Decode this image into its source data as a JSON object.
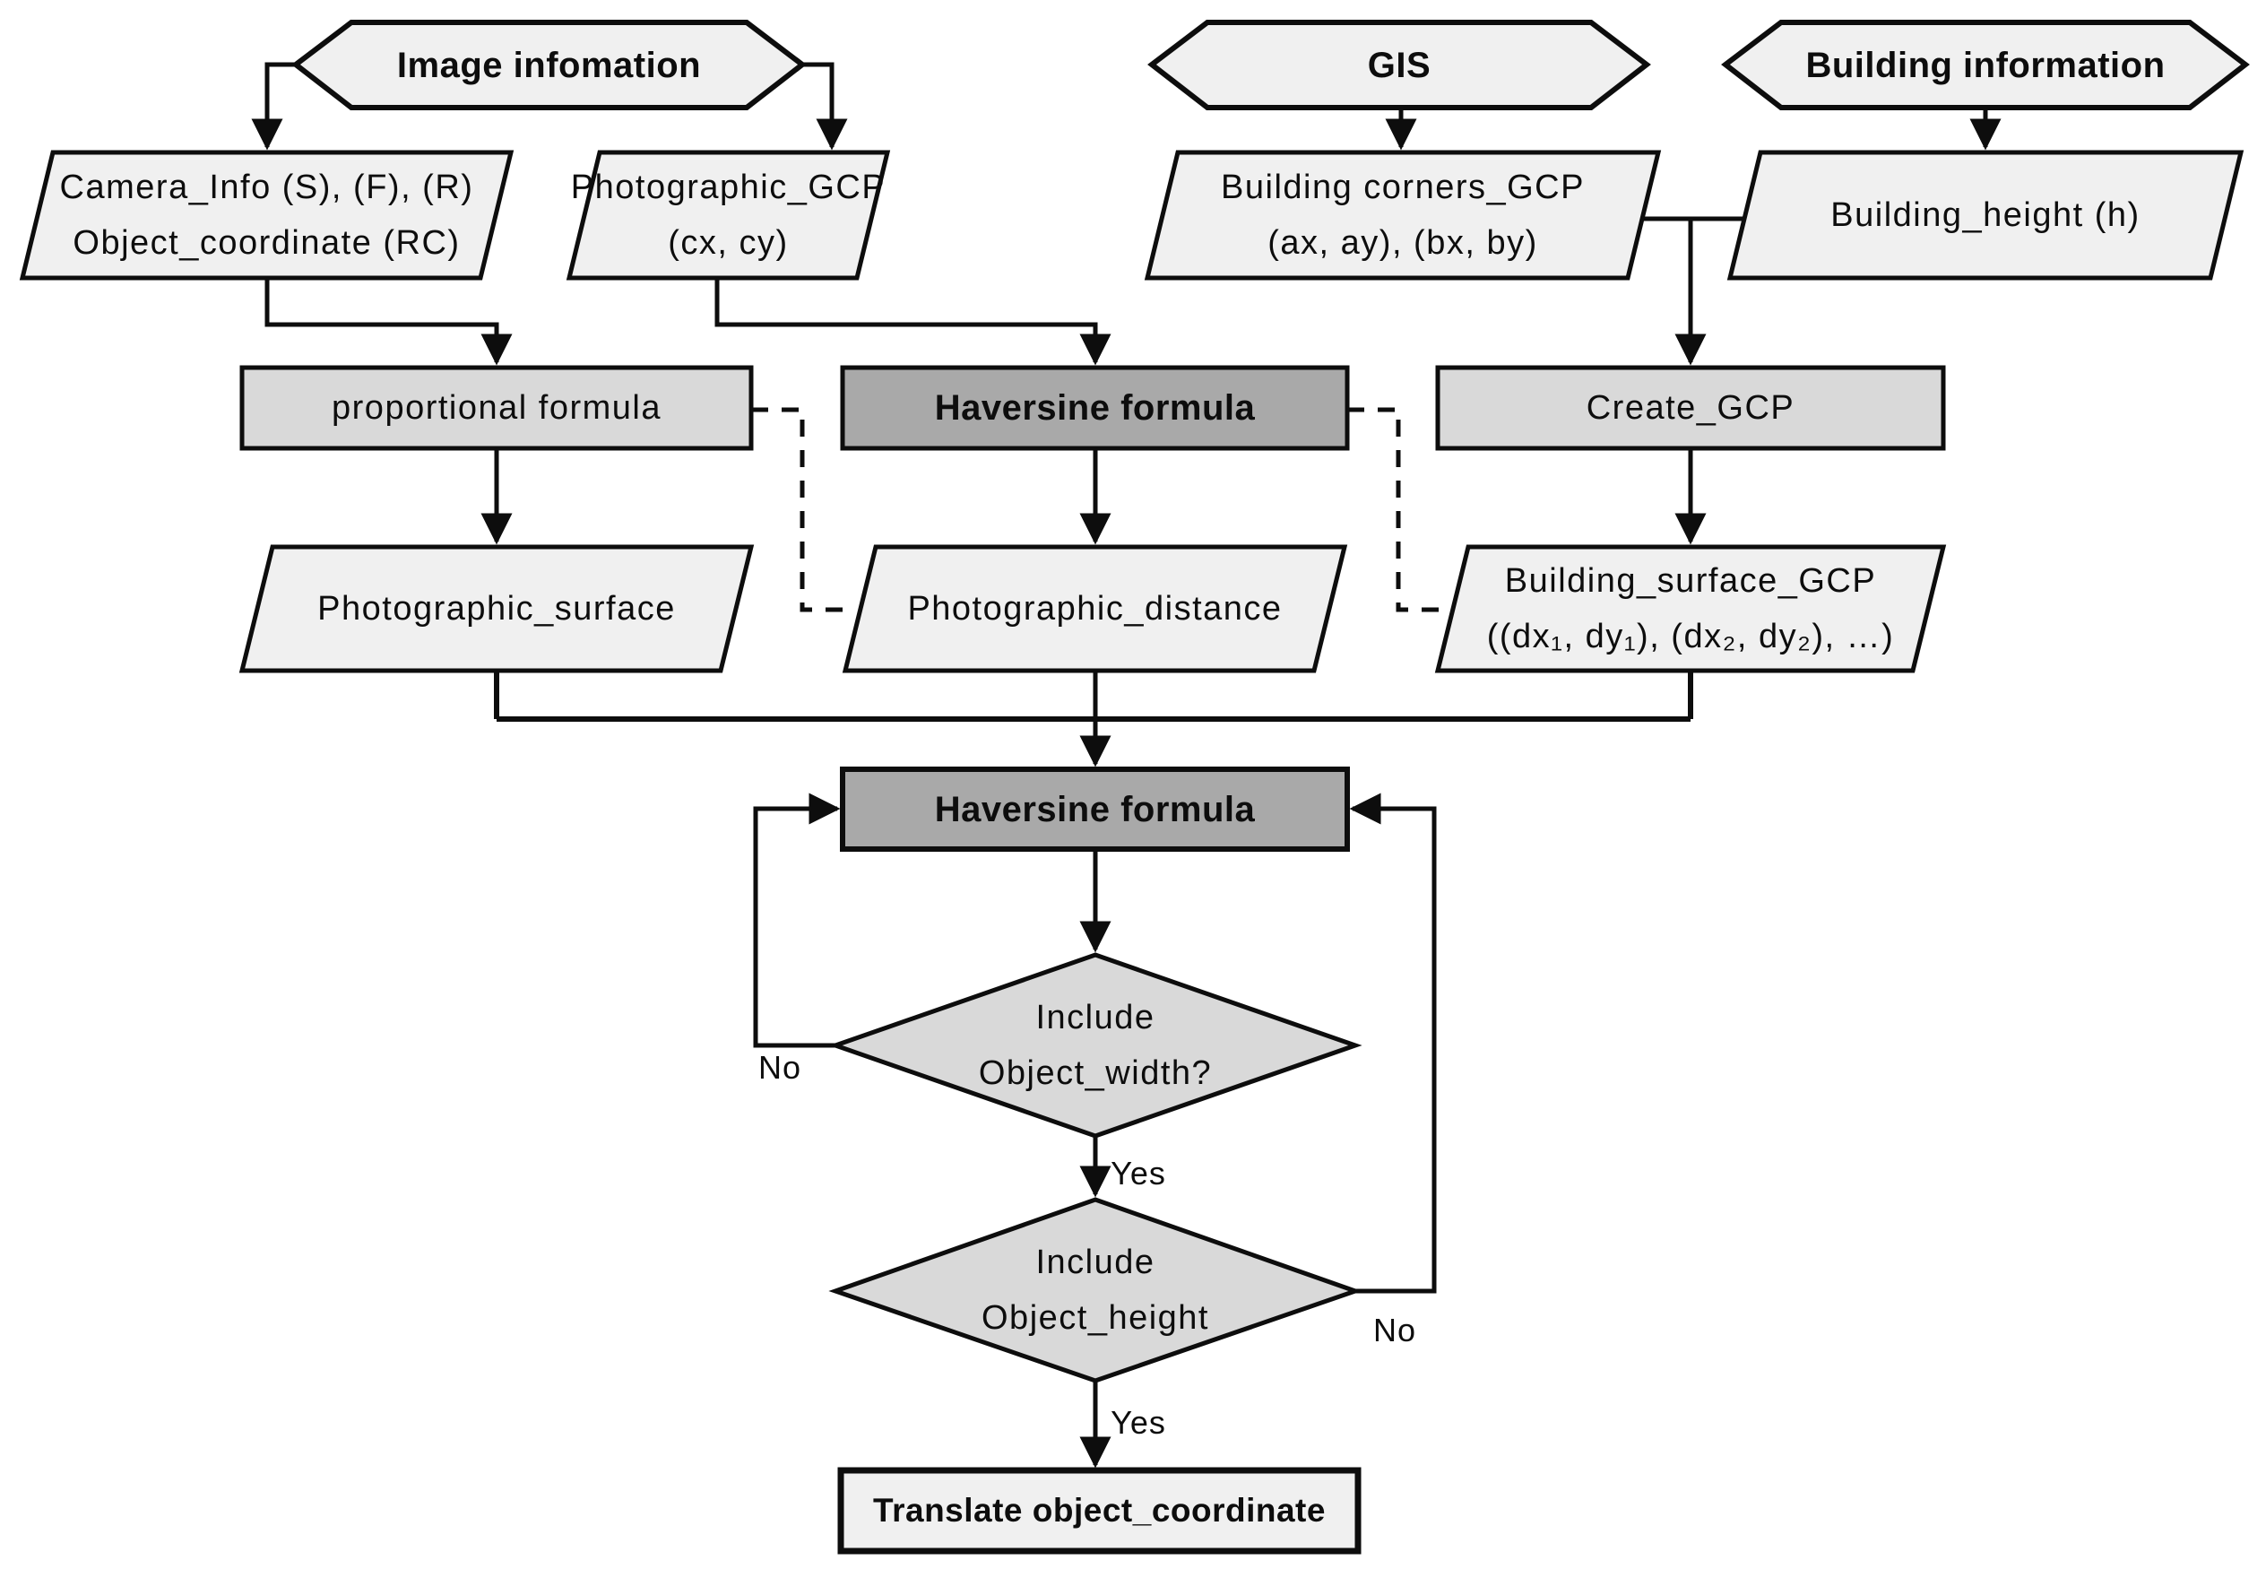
{
  "title": "Object coordinate translation flowchart",
  "colors": {
    "light_fill": "#f0f0f0",
    "medium_fill": "#d9d9d9",
    "dark_fill": "#a9a9a9",
    "line": "#0d0d0d",
    "background": "#ffffff"
  },
  "hexagons": {
    "image_info": {
      "label": "Image infomation"
    },
    "gis": {
      "label": "GIS"
    },
    "building_info": {
      "label": "Building information"
    }
  },
  "inputs": {
    "camera_info": {
      "line1": "Camera_Info (S), (F), (R)",
      "line2": "Object_coordinate (RC)"
    },
    "photographic_gcp": {
      "line1": "Photographic_GCP",
      "line2": "(cx, cy)"
    },
    "building_corners": {
      "line1": "Building corners_GCP",
      "line2": "(ax, ay), (bx, by)"
    },
    "building_height": {
      "line1": "Building_height (h)"
    },
    "photographic_surface": {
      "line1": "Photographic_surface"
    },
    "photographic_distance": {
      "line1": "Photographic_distance"
    },
    "building_surface": {
      "line1": "Building_surface_GCP",
      "line2": "((dx₁, dy₁), (dx₂, dy₂), …)"
    }
  },
  "processes": {
    "proportional": {
      "label": "proportional formula"
    },
    "haversine_top": {
      "label": "Haversine formula"
    },
    "create_gcp": {
      "label": "Create_GCP"
    },
    "haversine_main": {
      "label": "Haversine formula"
    },
    "translate": {
      "label": "Translate object_coordinate"
    }
  },
  "decisions": {
    "object_width": {
      "line1": "Include",
      "line2": "Object_width?"
    },
    "object_height": {
      "line1": "Include",
      "line2": "Object_height"
    }
  },
  "edge_labels": {
    "no_width": "No",
    "yes_width": "Yes",
    "no_height": "No",
    "yes_height": "Yes"
  }
}
